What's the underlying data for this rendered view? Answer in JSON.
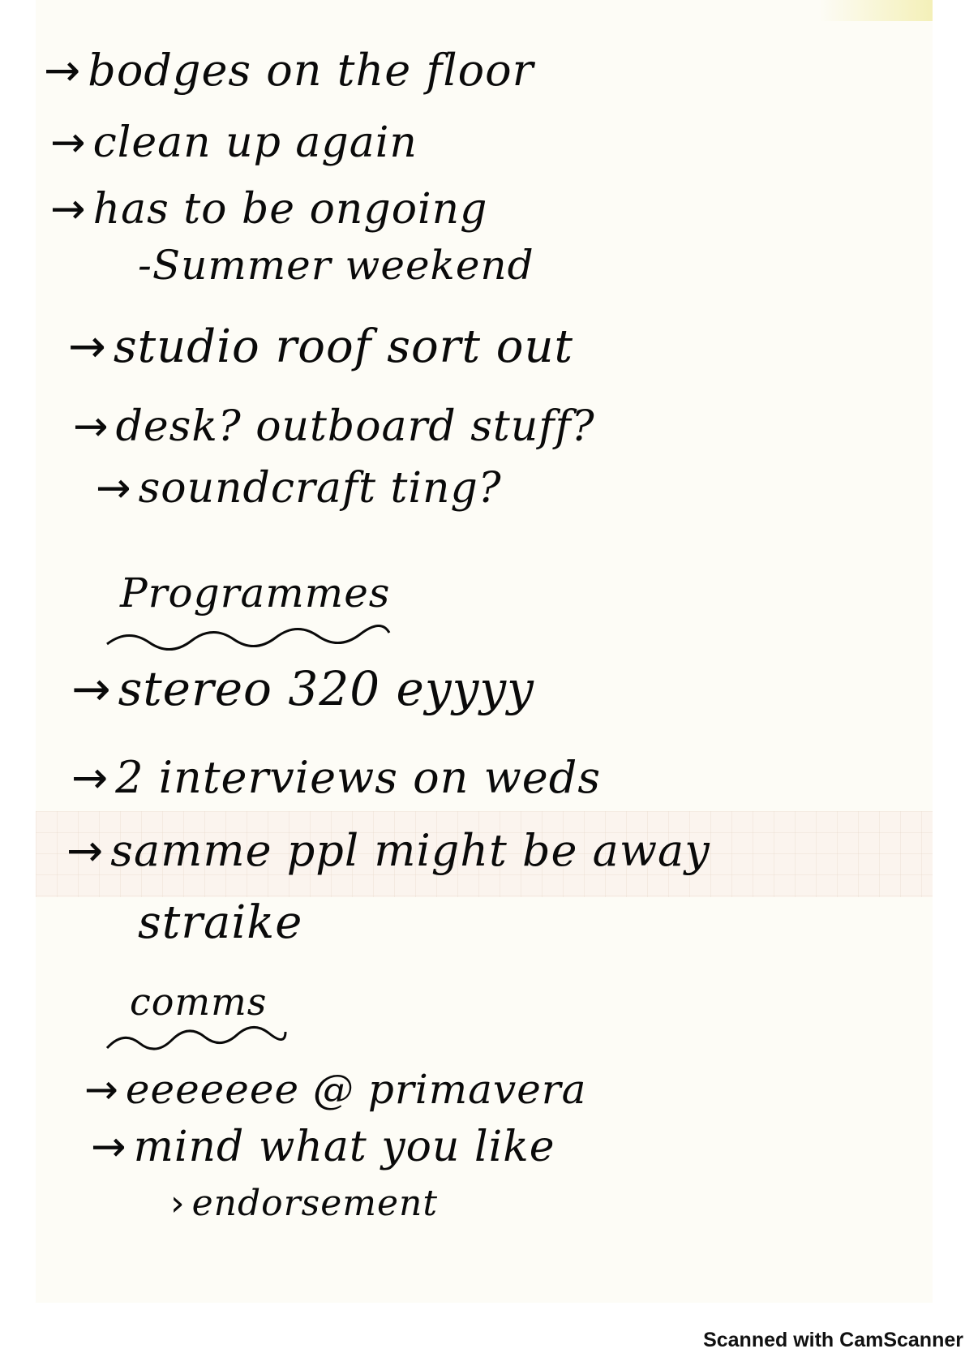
{
  "notes": {
    "line1": "bodges on the floor",
    "line2": "clean up again",
    "line3": "has to be ongoing",
    "line4": "-Summer weekend",
    "line5": "studio roof sort out",
    "line6": "desk? outboard stuff?",
    "line7": "soundcraft ting?",
    "heading_programmes": "Programmes",
    "line8": "stereo 320 eyyyy",
    "line9": "2 interviews on weds",
    "line10": "samme ppl might be away",
    "line11": "straike",
    "heading_comms": "comms",
    "line12": "eeeeeee @ primavera",
    "line13": "mind what you like",
    "line14": "endorsement"
  },
  "glyphs": {
    "arrow": "→",
    "sub_arrow": "›"
  },
  "footer": {
    "scanner_watermark": "Scanned with CamScanner"
  },
  "colors": {
    "ink": "#0a0a0a",
    "paper": "#fdfcf6"
  }
}
